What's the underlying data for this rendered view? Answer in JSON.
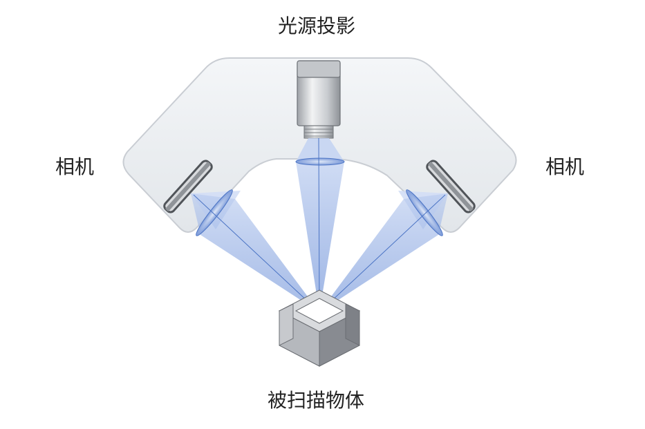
{
  "labels": {
    "projector": "光源投影",
    "camera_left": "相机",
    "camera_right": "相机",
    "scanned_object": "被扫描物体"
  },
  "colors": {
    "housing_fill": "#eaedf1",
    "housing_stroke": "#c9cdd3",
    "beam": "#5f86d4",
    "beam_line": "#4a73c4",
    "lens_ring": "#555a60",
    "object_top": "#d4d6d9",
    "object_side": "#8d9096",
    "text": "#222222"
  }
}
